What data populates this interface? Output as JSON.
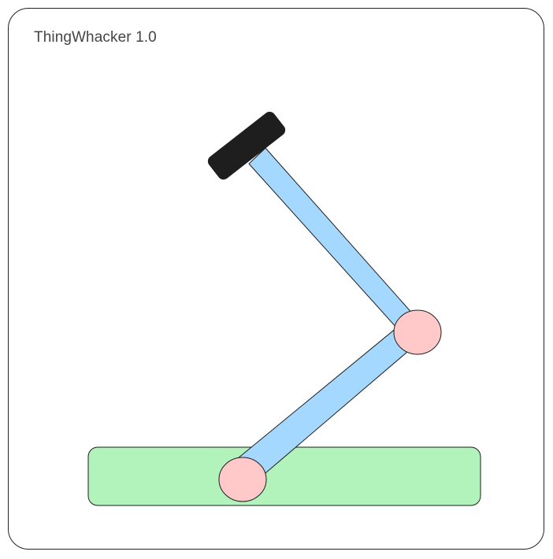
{
  "app": {
    "title": "ThingWhacker 1.0"
  },
  "colors": {
    "frame_stroke": "#222222",
    "base_fill": "#b2f2bb",
    "arm_fill": "#a5d8ff",
    "joint_fill": "#ffc9c9",
    "head_fill": "#1e1e1e",
    "outline": "#1e1e1e"
  },
  "icons": {
    "base": "platform",
    "joint": "circle-joint",
    "head": "hammer-head"
  }
}
